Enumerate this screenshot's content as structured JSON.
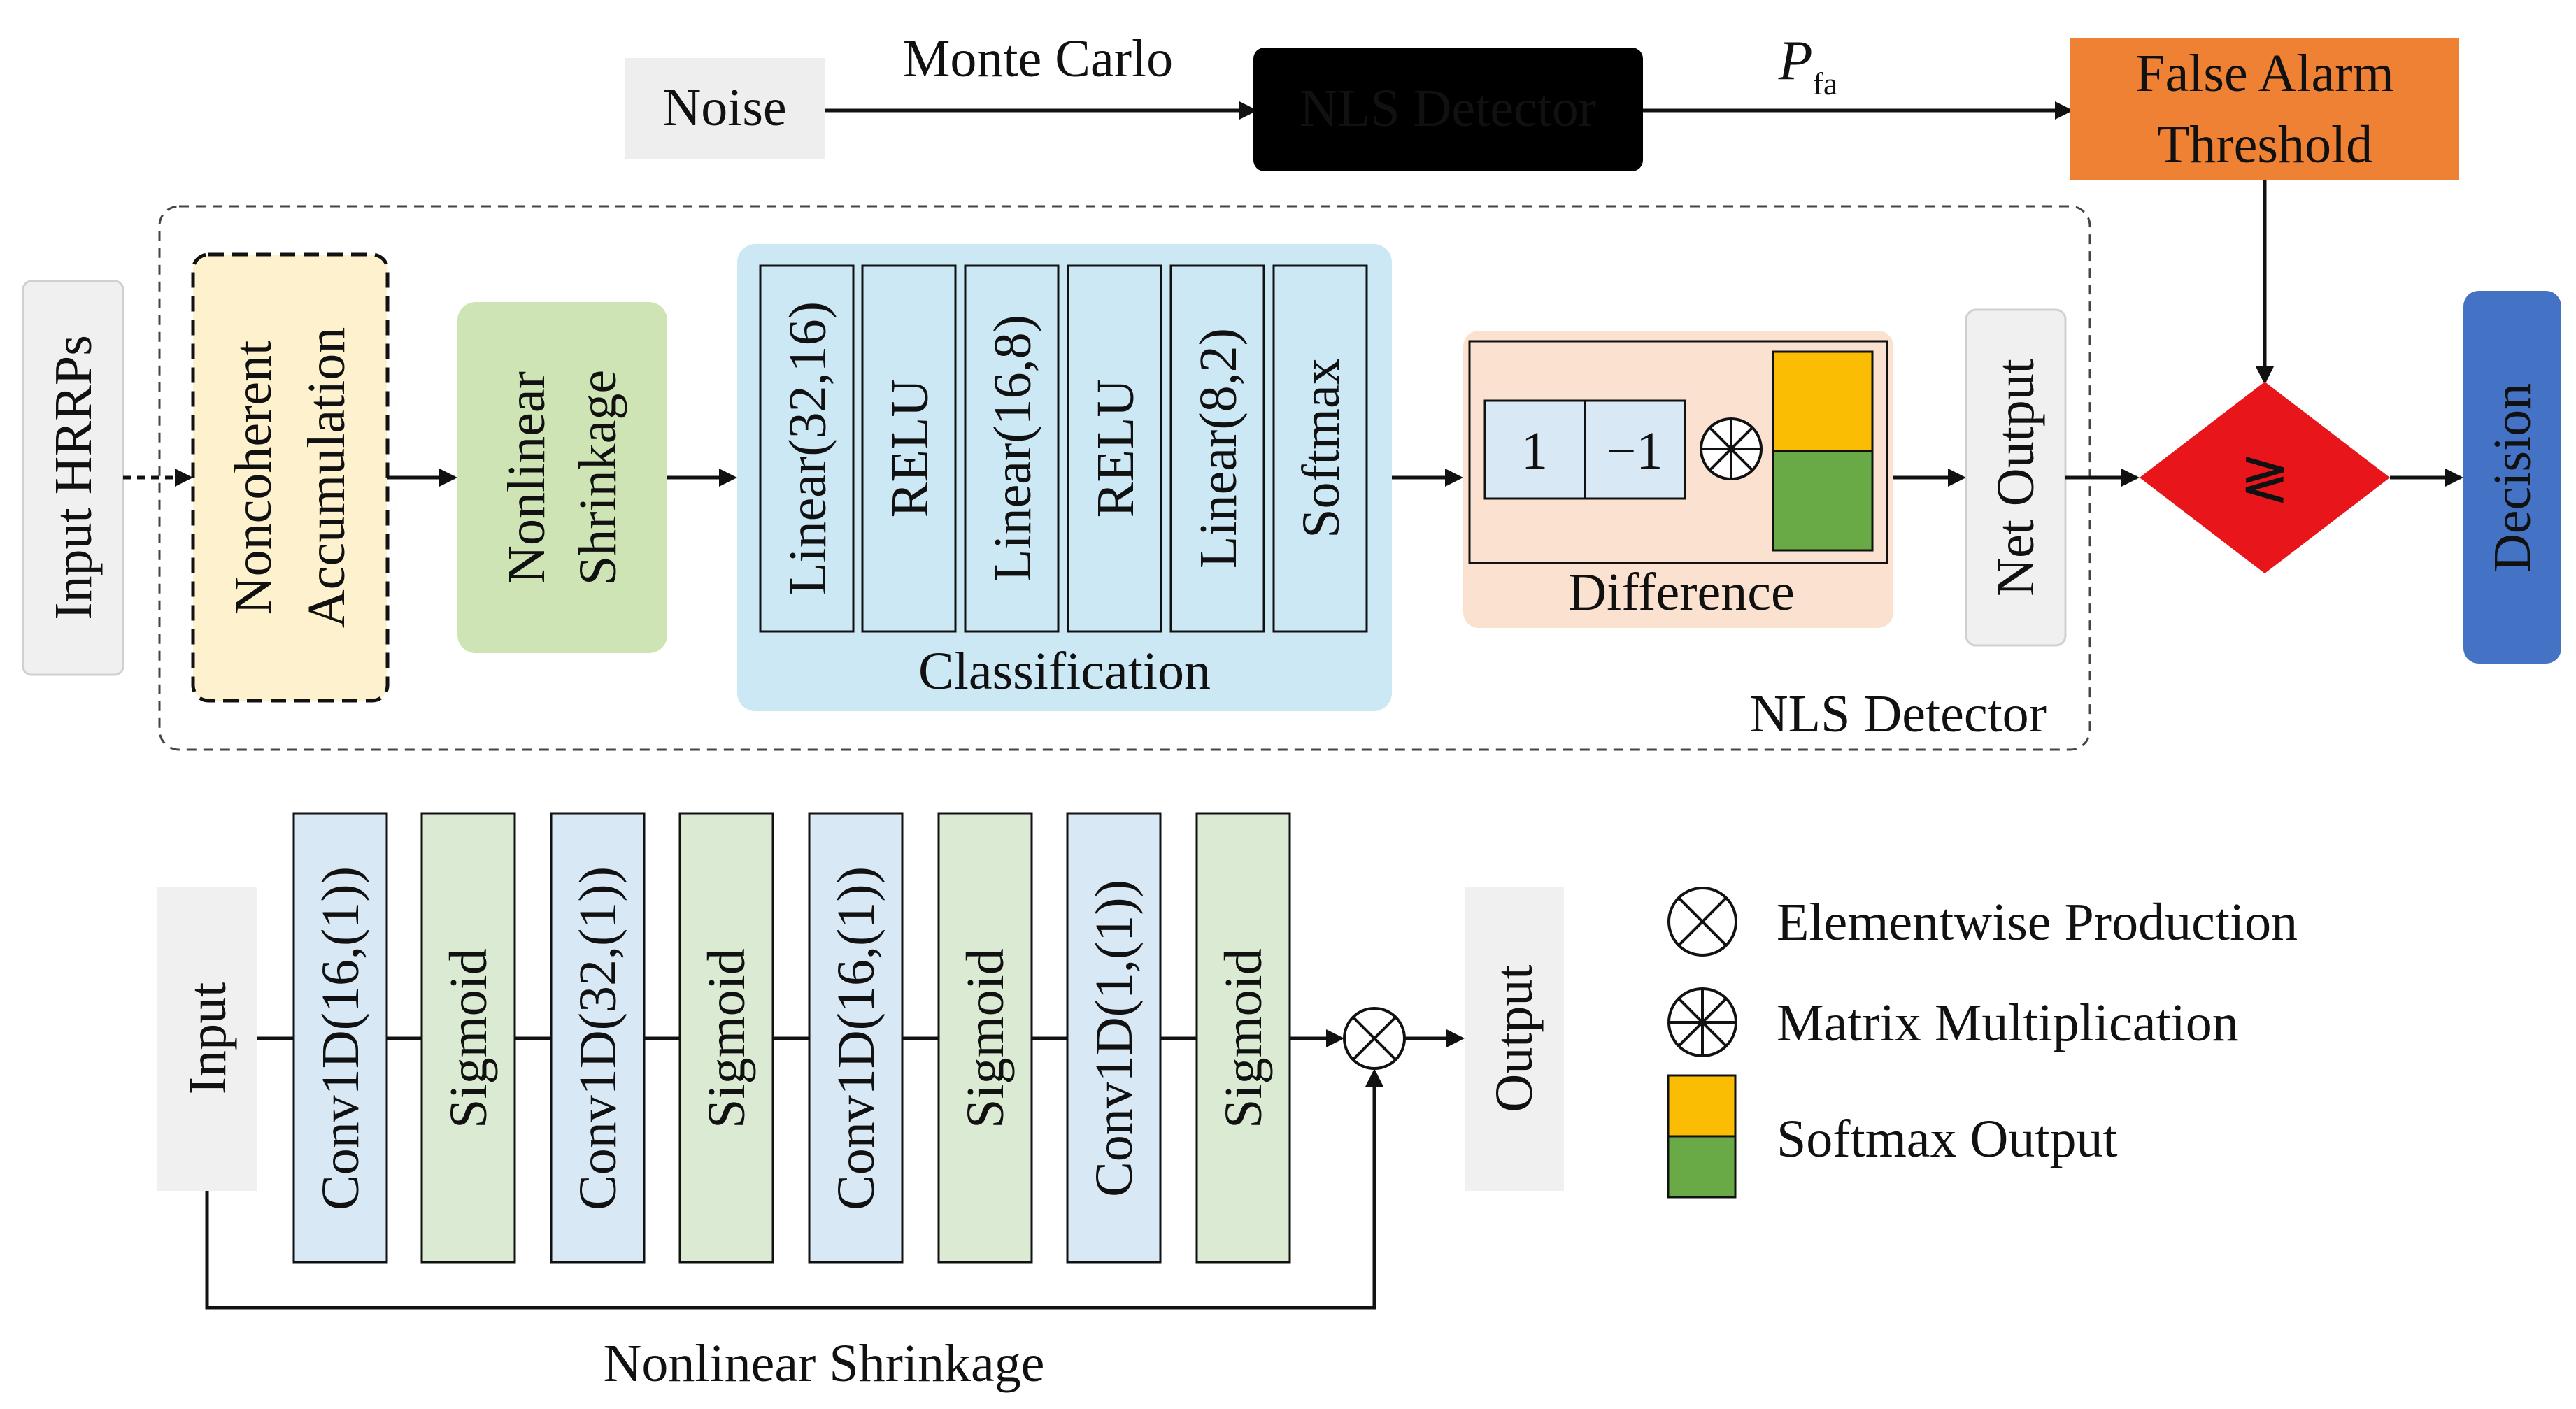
{
  "colors": {
    "noise_fill": "#eeeeee",
    "nls_green": "#6aaa46",
    "false_alarm_orange": "#ee8134",
    "accumulation_fill": "#fdf2cd",
    "shrinkage_fill": "#cfe4b4",
    "classification_fill": "#cce8f5",
    "difference_fill": "#fbe2d0",
    "light_gray": "#f0f0f0",
    "decision_blue": "#4472c4",
    "comparator_red": "#e8161b",
    "softmax_yellow": "#fbbc04",
    "softmax_green": "#6aaa46",
    "conv_fill": "#d8e8f5",
    "sigmoid_fill": "#dbebd3"
  },
  "top": {
    "noise": "Noise",
    "monte_carlo": "Monte Carlo",
    "nls_detector": "NLS Detector",
    "pfa_symbol": "P",
    "pfa_subscript": "fa",
    "false_alarm_line1": "False Alarm",
    "false_alarm_line2": "Threshold"
  },
  "main": {
    "input": "Input HRRPs",
    "accumulation_line1": "Noncoherent",
    "accumulation_line2": "Accumulation",
    "shrinkage_line1": "Nonlinear",
    "shrinkage_line2": "Shrinkage",
    "classification_layers": [
      "Linear(32,16)",
      "RELU",
      "Linear(16,8)",
      "RELU",
      "Linear(8,2)",
      "Softmax"
    ],
    "classification_label": "Classification",
    "difference_one": "1",
    "difference_minus_one": "−1",
    "difference_label": "Difference",
    "net_output": "Net Output",
    "comparator": "≷",
    "decision": "Decision",
    "detector_label": "NLS Detector"
  },
  "shrinkage_detail": {
    "input": "Input",
    "layers": [
      "Conv1D(16,(1))",
      "Sigmoid",
      "Conv1D(32,(1))",
      "Sigmoid",
      "Conv1D(16,(1))",
      "Sigmoid",
      "Conv1D(1,(1))",
      "Sigmoid"
    ],
    "output": "Output",
    "caption": "Nonlinear Shrinkage"
  },
  "legend": {
    "elementwise": "Elementwise Production",
    "matrix": "Matrix Multiplication",
    "softmax_output": "Softmax Output"
  }
}
